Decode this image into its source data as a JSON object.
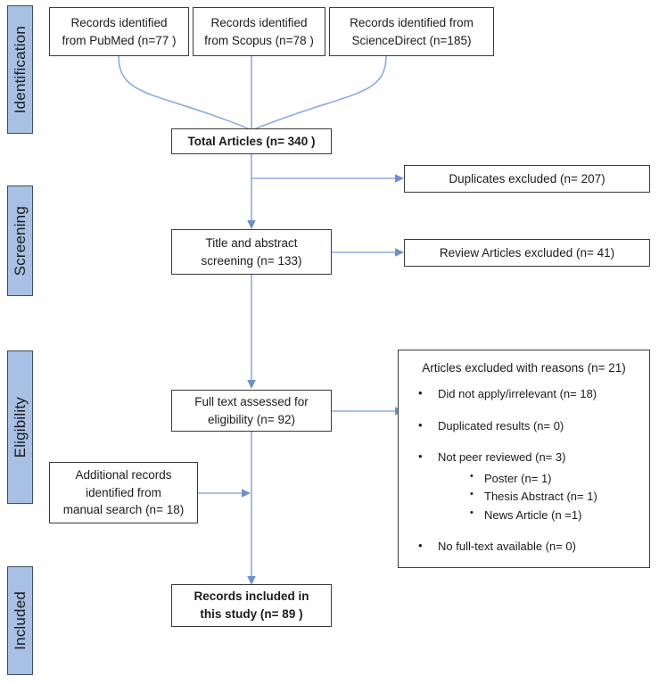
{
  "diagram": {
    "title": "PRISMA study selection flow diagram",
    "colors": {
      "stage_bar_fill": "#A7C0E3",
      "stage_bar_border": "#3B4E66",
      "box_border": "#3A3A3A",
      "connector": "#8FAADC",
      "text": "#1B1B1B",
      "background": "#FFFFFF"
    }
  },
  "stages": [
    {
      "id": "identification",
      "label": "Identification"
    },
    {
      "id": "screening",
      "label": "Screening"
    },
    {
      "id": "eligibility",
      "label": "Eligibility"
    },
    {
      "id": "included",
      "label": "Included"
    }
  ],
  "sources": [
    {
      "id": "pubmed",
      "line1": "Records identified",
      "line2": "from PubMed (n=77 )"
    },
    {
      "id": "scopus",
      "line1": "Records identified",
      "line2": "from Scopus (n=78 )"
    },
    {
      "id": "sciencedirect",
      "line1": "Records identified from",
      "line2": "ScienceDirect (n=185)"
    }
  ],
  "nodes": {
    "total_articles": {
      "text": "Total Articles (n= 340 )"
    },
    "duplicates_excluded": {
      "text": "Duplicates excluded (n= 207)"
    },
    "title_abstract": {
      "line1": "Title and abstract",
      "line2": "screening (n= 133)"
    },
    "review_excluded": {
      "text": "Review Articles excluded (n= 41)"
    },
    "full_text": {
      "line1": "Full text assessed for",
      "line2": "eligibility (n= 92)"
    },
    "additional_records": {
      "line1": "Additional records",
      "line2": "identified from",
      "line3": "manual search (n= 18)"
    },
    "records_included": {
      "line1": "Records included  in",
      "line2": "this study (n= 89 )"
    }
  },
  "reasons_box": {
    "title": "Articles excluded with reasons (n= 21)",
    "items": [
      {
        "text": "Did not apply/irrelevant (n= 18)",
        "sub": []
      },
      {
        "text": "Duplicated results (n= 0)",
        "sub": []
      },
      {
        "text": "Not peer reviewed (n= 3)",
        "sub": [
          "Poster (n= 1)",
          "Thesis Abstract (n= 1)",
          "News Article (n =1)"
        ]
      },
      {
        "text": "No full-text available (n= 0)",
        "sub": []
      }
    ]
  }
}
